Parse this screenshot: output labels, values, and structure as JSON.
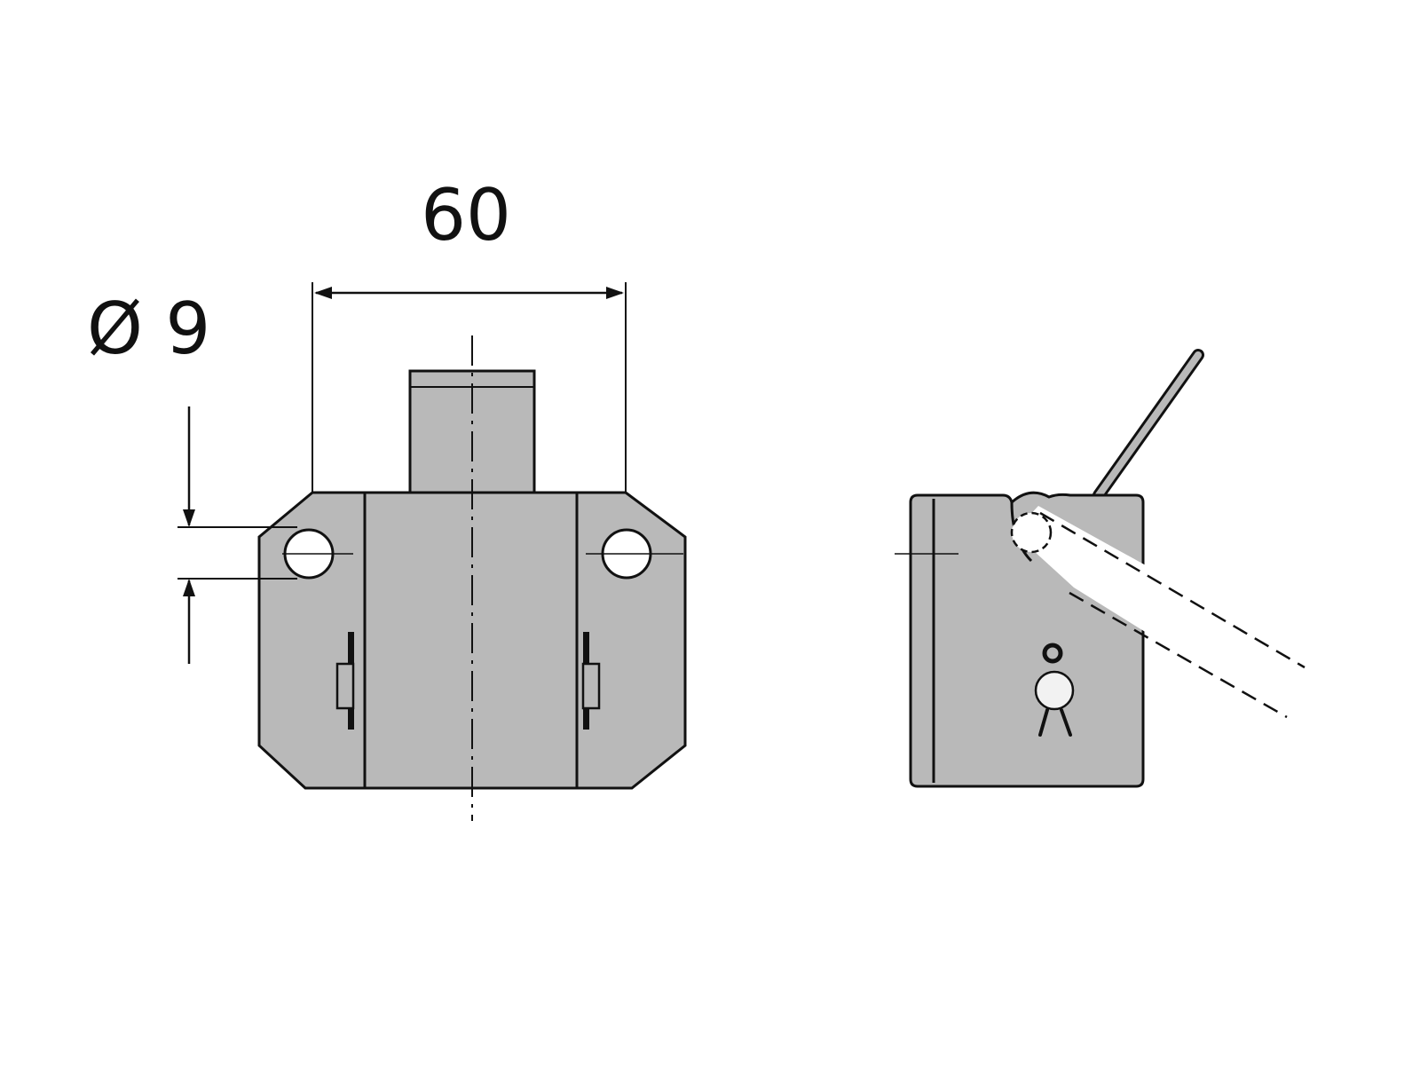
{
  "drawing": {
    "width_dimension": "60",
    "hole_dimension": "Ø 9",
    "colors": {
      "body_fill": "#b9b9b9",
      "line": "#111111",
      "hole_fill": "#ffffff",
      "background": "#ffffff"
    },
    "views": [
      "front-view",
      "side-view"
    ]
  }
}
